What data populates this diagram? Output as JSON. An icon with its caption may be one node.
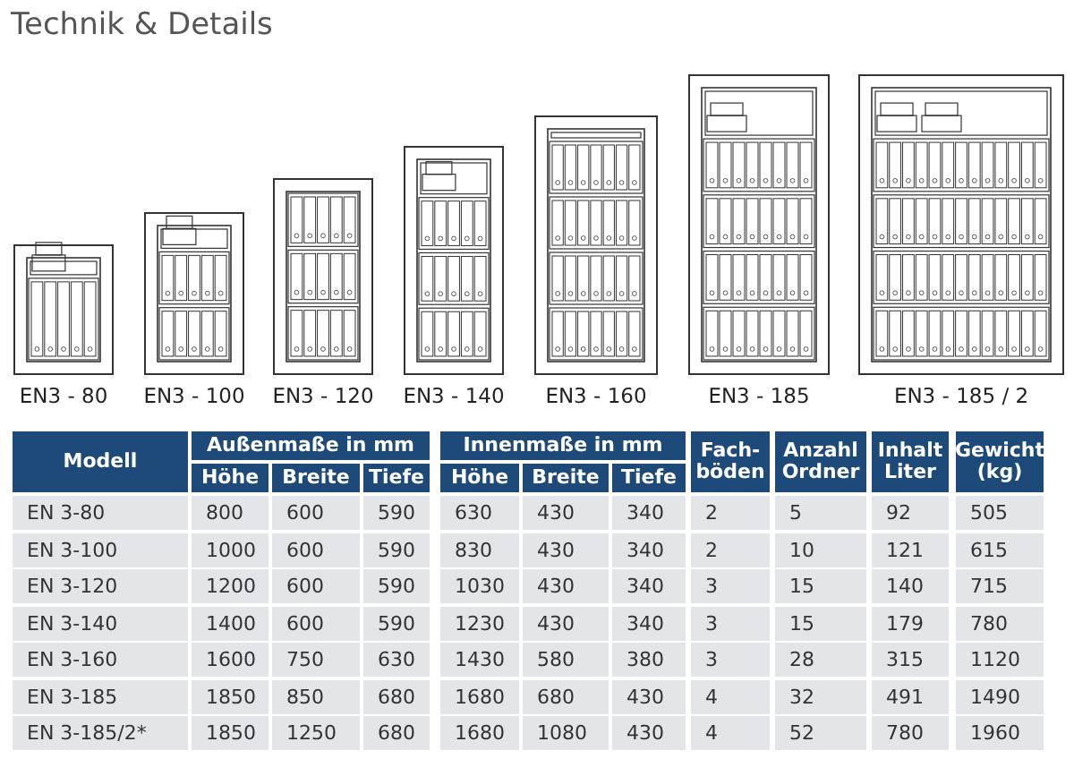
{
  "diagram": {
    "title": "Technik & Details",
    "labels": [
      "EN3 - 80",
      "EN3 - 100",
      "EN3 - 120",
      "EN3 - 140",
      "EN3 - 160",
      "EN3 - 185",
      "EN3 - 185 / 2",
      "Modell",
      "Außenmaße in mm",
      "Innenmaße in mm",
      "Fach- böden",
      "Anzahl Ordner",
      "Inhalt Liter",
      "Gewicht (kg)",
      "Höhe",
      "Breite",
      "Tiefe",
      "Höhe",
      "Breite",
      "Tiefe",
      "EN 3-80",
      "800",
      "600",
      "590",
      "630",
      "430",
      "340",
      "2",
      "5",
      "92",
      "505",
      "EN 3-100",
      "1000",
      "600",
      "590",
      "830",
      "430",
      "340",
      "2",
      "10",
      "121",
      "615",
      "EN 3-120",
      "1200",
      "600",
      "590",
      "1030",
      "430",
      "340",
      "3",
      "15",
      "140",
      "715",
      "EN 3-140",
      "1400",
      "600",
      "590",
      "1230",
      "430",
      "340",
      "3",
      "15",
      "179",
      "780",
      "EN 3-160",
      "1600",
      "750",
      "630",
      "1430",
      "580",
      "380",
      "3",
      "28",
      "315",
      "1120",
      "EN 3-185",
      "1850",
      "850",
      "680",
      "1680",
      "680",
      "430",
      "4",
      "32",
      "491",
      "1490",
      "EN 3-185/2*",
      "1850",
      "1250",
      "680",
      "1680",
      "1080",
      "430",
      "4",
      "52",
      "780",
      "1960"
    ]
  }
}
